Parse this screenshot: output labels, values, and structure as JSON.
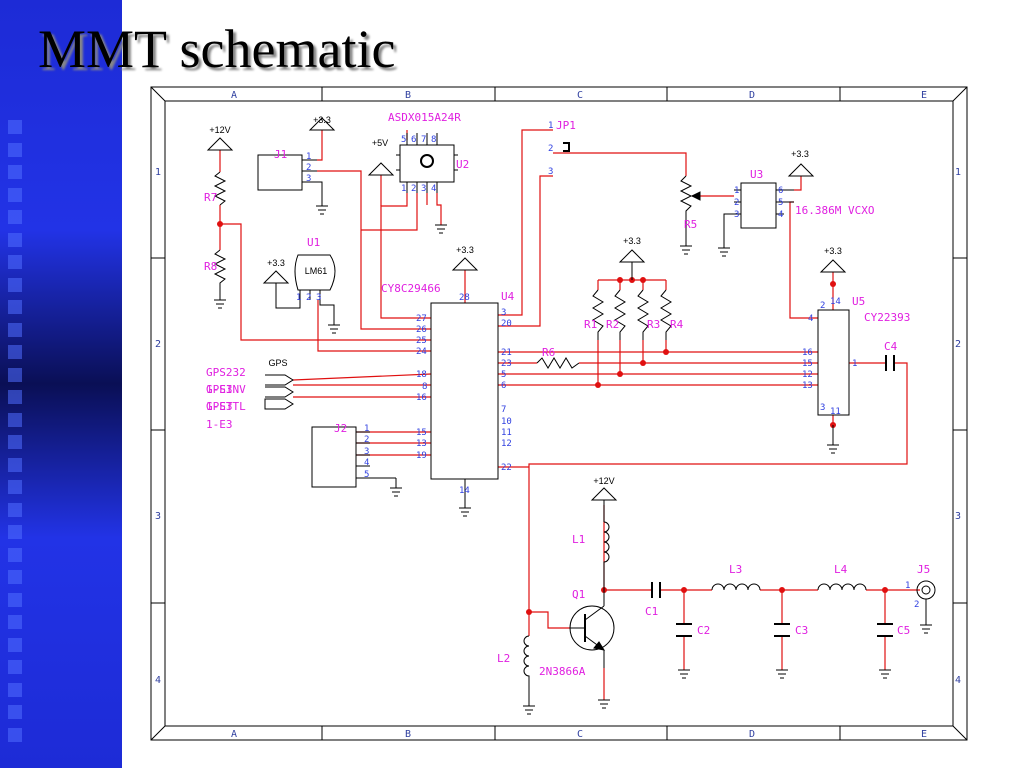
{
  "slide": {
    "title": "MMT schematic"
  },
  "frame": {
    "columns": [
      "A",
      "B",
      "C",
      "D",
      "E"
    ],
    "rows": [
      "1",
      "2",
      "3",
      "4"
    ]
  },
  "colors": {
    "wire": "#e01010",
    "line": "#000000",
    "label": "#e020e0",
    "pin": "#3040e0",
    "sidebar": "#2233e6"
  },
  "labels": {
    "asdx": "ASDX015A24R",
    "jp1": "JP1",
    "j1": "J1",
    "j2": "J2",
    "u1": "U1",
    "u2": "U2",
    "u3": "U3",
    "u4": "U4",
    "u5": "U5",
    "lm61": "LM61",
    "cy8c": "CY8C29466",
    "cy22393": "CY22393",
    "vcxo": "16.386M VCXO",
    "gps": "GPS",
    "gps232": "GPS232",
    "gps_overlap1a": "1-E3",
    "gps_overlap1b": "GPSINV",
    "gps_overlap2a": "1-E3",
    "gps_overlap2b": "GPSTTL",
    "gps_e3": "1-E3",
    "r1": "R1",
    "r2": "R2",
    "r3": "R3",
    "r4": "R4",
    "r5": "R5",
    "r6": "R6",
    "r7": "R7",
    "r8": "R8",
    "c1": "C1",
    "c2": "C2",
    "c3": "C3",
    "c4": "C4",
    "c5": "C5",
    "l1": "L1",
    "l2": "L2",
    "l3": "L3",
    "l4": "L4",
    "q1": "Q1",
    "q1_part": "2N3866A",
    "j5": "J5",
    "p12v_a": "+12V",
    "p12v_b": "+12V",
    "p33_a": "+3.3",
    "p33_b": "+3.3",
    "p33_c": "+3.3",
    "p33_d": "+3.3",
    "p33_e": "+3.3",
    "p33_f": "+3.3",
    "p5v": "+5V"
  },
  "pins": {
    "u4_left": [
      "27",
      "26",
      "25",
      "24",
      "18",
      "8",
      "16",
      "15",
      "13",
      "19"
    ],
    "u4_right": [
      "3",
      "20",
      "21",
      "23",
      "5",
      "6",
      "7",
      "10",
      "11",
      "12",
      "22"
    ],
    "u4_top": "28",
    "u4_bottom": "14",
    "u5_left": "4",
    "u5_right": [
      "16",
      "15",
      "12",
      "13"
    ],
    "u5_out": "1",
    "u5_top": [
      "2",
      "14"
    ],
    "u5_bottom": [
      "3",
      "11"
    ],
    "u3_left": [
      "1",
      "2",
      "3"
    ],
    "u3_right": [
      "6",
      "5",
      "4"
    ],
    "u2_top": [
      "5",
      "6",
      "7",
      "8"
    ],
    "u2_bottom": [
      "1",
      "2",
      "3",
      "4"
    ],
    "u1": [
      "1",
      "2",
      "3"
    ],
    "j1": [
      "1",
      "2",
      "3"
    ],
    "j2": [
      "1",
      "2",
      "3",
      "4",
      "5"
    ],
    "jp1": [
      "1",
      "2",
      "3"
    ],
    "j5": [
      "1",
      "2"
    ]
  }
}
